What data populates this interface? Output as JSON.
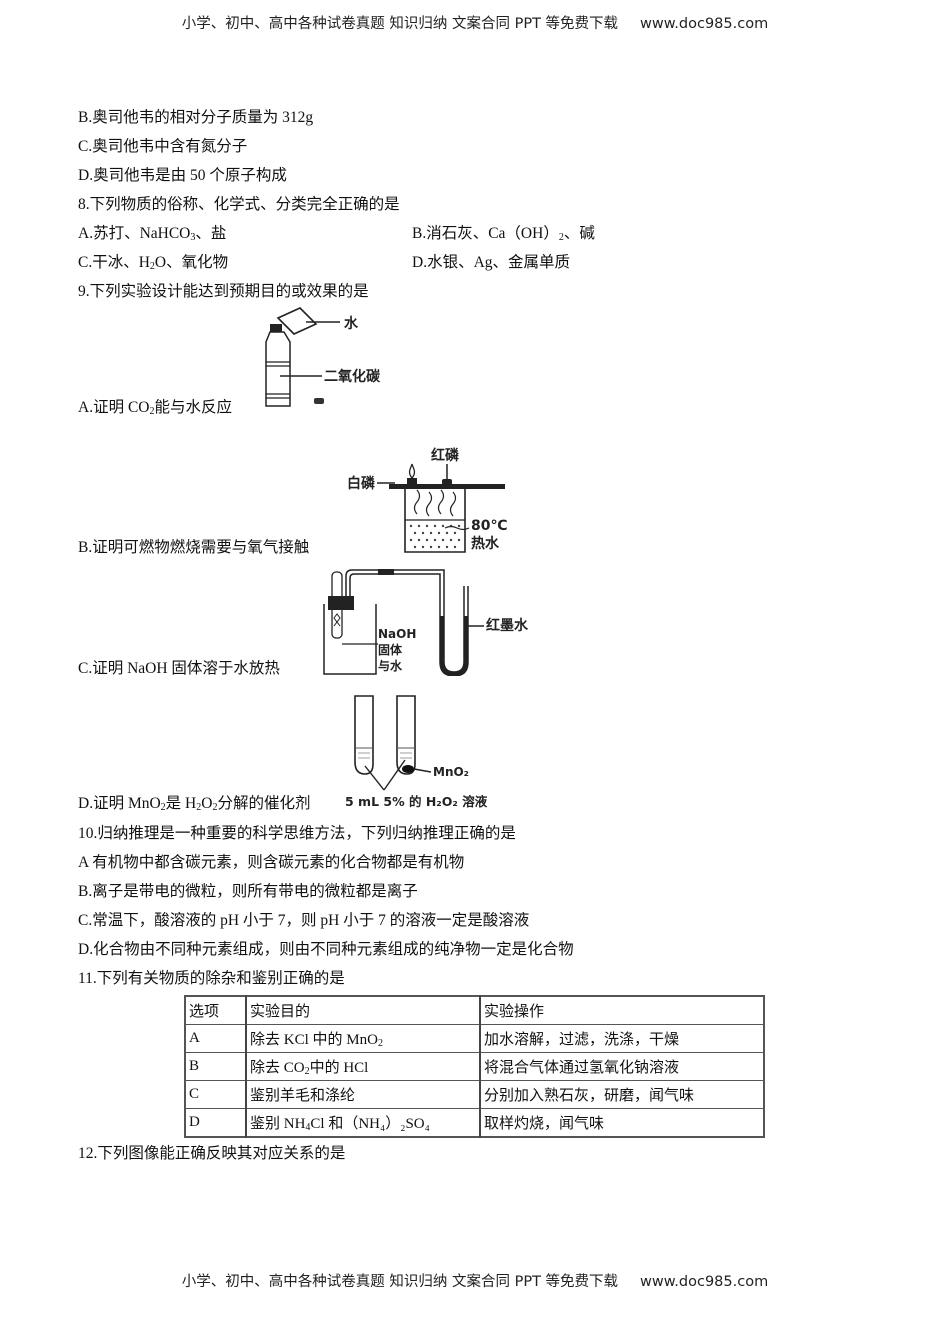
{
  "header": {
    "text": "小学、初中、高中各种试卷真题  知识归纳  文案合同  PPT 等免费下载",
    "site": "www.doc985.com"
  },
  "footer": {
    "text": "小学、初中、高中各种试卷真题  知识归纳  文案合同  PPT 等免费下载",
    "site": "www.doc985.com"
  },
  "q7": {
    "options": [
      {
        "prefix": "B.奥司他韦的相对分子质量为 312g"
      },
      {
        "prefix": "C.奥司他韦中含有氮分子"
      },
      {
        "prefix": "D.奥司他韦是由 50 个原子构成"
      }
    ]
  },
  "q8": {
    "stem": "8.下列物质的俗称、化学式、分类完全正确的是",
    "a": {
      "pre": "A.苏打、NaHCO",
      "sub": "3",
      "post": "、盐"
    },
    "b": {
      "pre": "B.消石灰、Ca（OH）",
      "sub": "2",
      "post": "、碱"
    },
    "c": {
      "pre": "C.干冰、H",
      "sub": "2",
      "post": "O、氧化物"
    },
    "d": {
      "text": "D.水银、Ag、金属单质"
    }
  },
  "q9": {
    "stem": "9.下列实验设计能达到预期目的或效果的是",
    "a": {
      "pre": "A.证明 CO",
      "sub": "2",
      "post": "能与水反应",
      "fig_labels": [
        "水",
        "二氧化碳"
      ]
    },
    "b": {
      "text": "B.证明可燃物燃烧需要与氧气接触",
      "fig_labels": [
        "红磷",
        "白磷",
        "80℃",
        "热水"
      ]
    },
    "c": {
      "text": "C.证明 NaOH 固体溶于水放热",
      "fig_labels": [
        "NaOH",
        "固体",
        "与水",
        "红墨水"
      ]
    },
    "d": {
      "pre": "D.证明 MnO",
      "sub1": "2",
      "mid": "是 H",
      "sub2": "2",
      "mid2": "O",
      "sub3": "2",
      "post": "分解的催化剂",
      "fig_labels": [
        "MnO₂",
        "5 mL 5% 的 H₂O₂ 溶液"
      ]
    }
  },
  "q10": {
    "stem": "10.归纳推理是一种重要的科学思维方法，下列归纳推理正确的是",
    "options": [
      "A 有机物中都含碳元素，则含碳元素的化合物都是有机物",
      "B.离子是带电的微粒，则所有带电的微粒都是离子",
      "C.常温下，酸溶液的 pH 小于 7，则 pH 小于 7 的溶液一定是酸溶液",
      "D.化合物由不同种元素组成，则由不同种元素组成的纯净物一定是化合物"
    ]
  },
  "q11": {
    "stem": "11.下列有关物质的除杂和鉴别正确的是",
    "table": {
      "headers": [
        "选项",
        "实验目的",
        "实验操作"
      ],
      "rows": [
        {
          "opt": "A",
          "purpose_pre": "除去 KCl 中的 MnO",
          "purpose_sub": "2",
          "purpose_post": "",
          "operation": "加水溶解，过滤，洗涤，干燥"
        },
        {
          "opt": "B",
          "purpose_pre": "除去 CO",
          "purpose_sub": "2",
          "purpose_post": "中的 HCl",
          "operation": "将混合气体通过氢氧化钠溶液"
        },
        {
          "opt": "C",
          "purpose_pre": "鉴别羊毛和涤纶",
          "purpose_sub": "",
          "purpose_post": "",
          "operation": "分别加入熟石灰，研磨，闻气味"
        },
        {
          "opt": "D",
          "purpose_pre": "鉴别 NH",
          "purpose_sub": "4",
          "purpose_post": "Cl 和（NH₄）₂SO₄",
          "operation": "取样灼烧，闻气味"
        }
      ]
    }
  },
  "q12": {
    "stem": "12.下列图像能正确反映其对应关系的是"
  }
}
